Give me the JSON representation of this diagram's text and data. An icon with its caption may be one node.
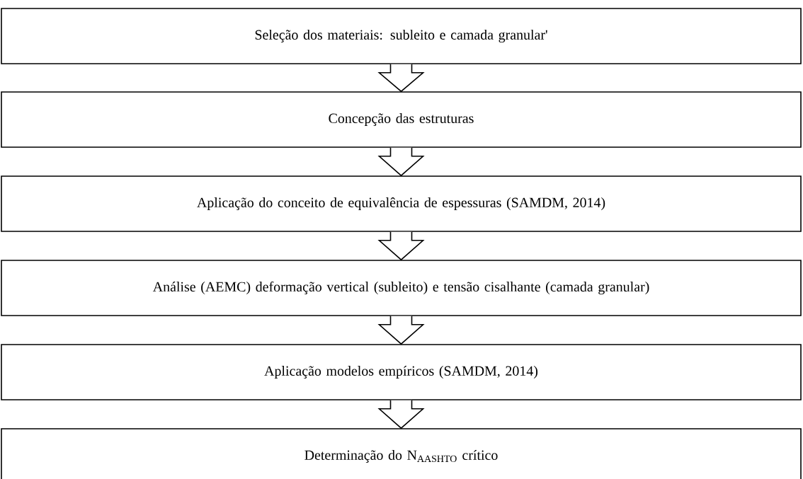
{
  "diagram": {
    "nodes": [
      {
        "text": [
          "Seleção dos materiais: subleito e camada granular'"
        ]
      },
      {
        "text": [
          "Concepção das estruturas"
        ]
      },
      {
        "text": [
          "Aplicação do conceito de equivalência de espessuras (SAMDM, 2014)"
        ]
      },
      {
        "text": [
          "Análise (AEMC) deformação vertical (subleito) e tensão cisalhante (camada granular)"
        ]
      },
      {
        "text": [
          "Aplicação modelos empíricos (SAMDM, 2014)"
        ]
      },
      {
        "text": [
          "Determinação do N$_{AASHTO}$ crítico"
        ]
      }
    ],
    "edges": [
      {
        "from": 0,
        "to": 1,
        "arrow": "to"
      },
      {
        "from": 1,
        "to": 2,
        "arrow": "to"
      },
      {
        "from": 2,
        "to": 3,
        "arrow": "to"
      },
      {
        "from": 3,
        "to": 4,
        "arrow": "to"
      },
      {
        "from": 4,
        "to": 5,
        "arrow": "to"
      }
    ]
  }
}
